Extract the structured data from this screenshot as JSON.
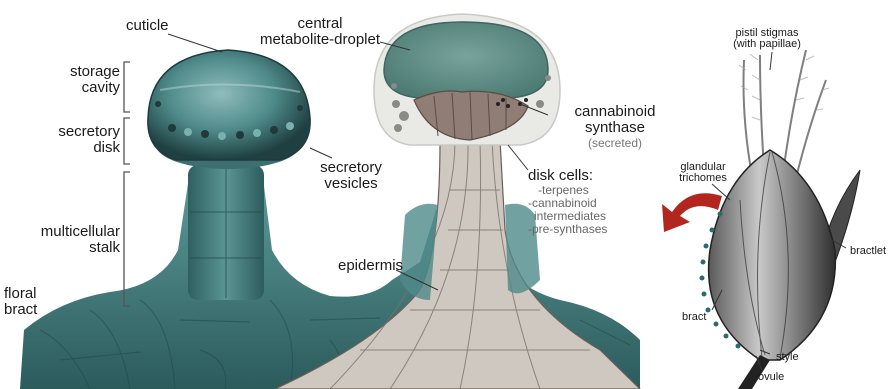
{
  "labels": {
    "cuticle": "cuticle",
    "storage_cavity": [
      "storage",
      "cavity"
    ],
    "secretory_disk": [
      "secretory",
      "disk"
    ],
    "multicellular_stalk": [
      "multicellular",
      "stalk"
    ],
    "floral_bract": [
      "floral",
      "bract"
    ],
    "central_droplet": [
      "central",
      "metabolite-droplet"
    ],
    "secretory_vesicles": [
      "secretory",
      "vesicles"
    ],
    "cannabinoid_synthase": [
      "cannabinoid",
      "synthase"
    ],
    "synthase_note": "(secreted)",
    "disk_cells_title": "disk cells:",
    "disk_cells_items": [
      "-terpenes",
      "-cannabinoid",
      "intermediates",
      "-pre-synthases"
    ],
    "epidermis": "epidermis",
    "pistil_stigmas": [
      "pistil stigmas",
      "(with papillae)"
    ],
    "glandular_trichomes": [
      "glandular",
      "trichomes"
    ],
    "bractlet": "bractlet",
    "bract": "bract",
    "style": "style",
    "ovule": "ovule"
  },
  "colors": {
    "teal_dark": "#2f5e5f",
    "teal": "#4a8a8a",
    "teal_light": "#7fb2b1",
    "droplet": "#5e8c85",
    "disk_brown": "#8a7770",
    "sheath": "#e6e6e2",
    "flower_dark": "#3a3a3a",
    "arrow_red": "#b3261e"
  }
}
